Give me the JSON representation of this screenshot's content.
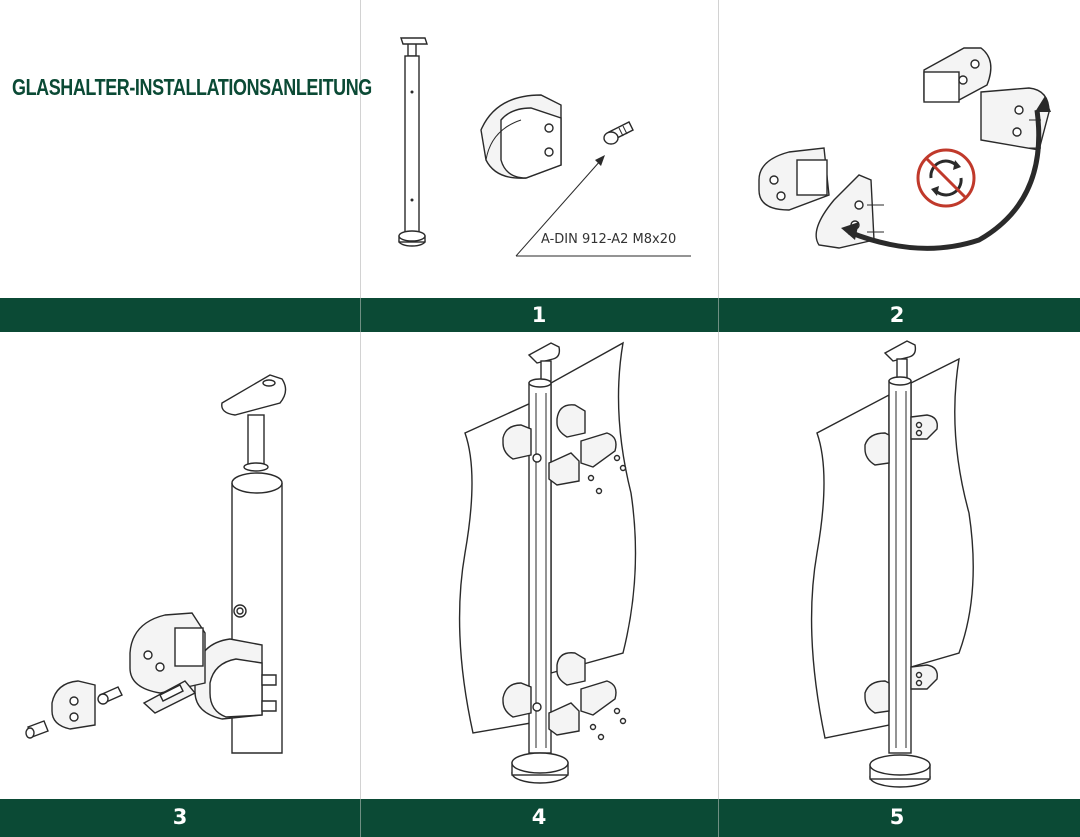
{
  "title": "GLASHALTER-INSTALLATIONSANLEITUNG",
  "screw_spec": "A-DIN 912-A2 M8x20",
  "steps": [
    "1",
    "2",
    "3",
    "4",
    "5"
  ],
  "colors": {
    "band": "#0b4a35",
    "prohibition": "#c0392b"
  },
  "icons": [
    "no-rotation-icon"
  ]
}
